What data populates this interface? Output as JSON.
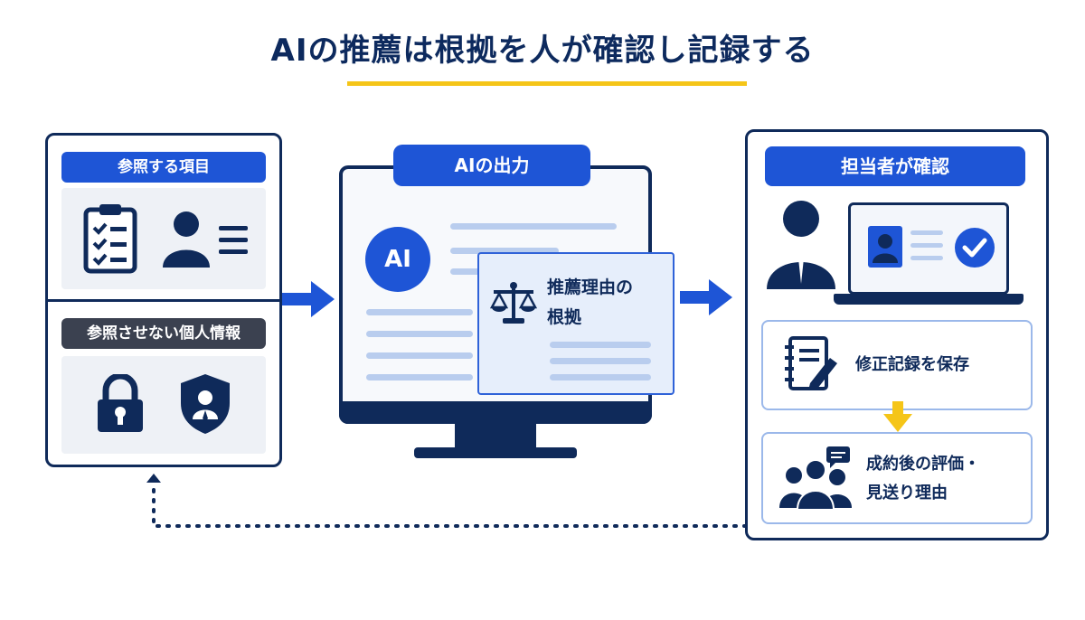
{
  "title": "AIの推薦は根拠を人が確認し記録する",
  "left_panel": {
    "reference_label": "参照する項目",
    "excluded_label": "参照させない個人情報",
    "icons": [
      "clipboard-checklist-icon",
      "person-profile-icon",
      "lock-icon",
      "shield-person-icon"
    ]
  },
  "center_panel": {
    "label": "AIの出力",
    "ai_badge": "AI",
    "card_text_line1": "推薦理由の",
    "card_text_line2": "根拠",
    "icons": [
      "scales-icon"
    ]
  },
  "right_panel": {
    "label": "担当者が確認",
    "save_record": "修正記録を保存",
    "outcome_line1": "成約後の評価・",
    "outcome_line2": "見送り理由",
    "icons": [
      "person-icon",
      "laptop-icon",
      "check-circle-icon",
      "notebook-pen-icon",
      "team-chat-icon"
    ]
  },
  "colors": {
    "navy": "#0f2a5a",
    "blue": "#1e55d6",
    "yellow": "#f5c518",
    "light_blue": "#b9cdee"
  }
}
